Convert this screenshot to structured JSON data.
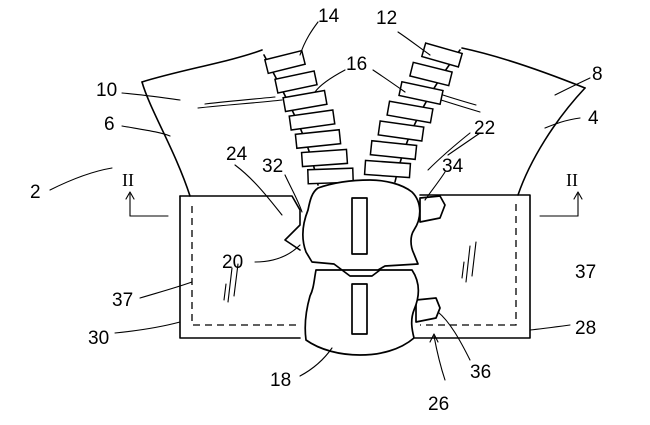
{
  "figure": {
    "labels": [
      {
        "id": "l14",
        "text": "14"
      },
      {
        "id": "l12",
        "text": "12"
      },
      {
        "id": "l16",
        "text": "16"
      },
      {
        "id": "l10",
        "text": "10"
      },
      {
        "id": "l8",
        "text": "8"
      },
      {
        "id": "l6",
        "text": "6"
      },
      {
        "id": "l4",
        "text": "4"
      },
      {
        "id": "l22",
        "text": "22"
      },
      {
        "id": "l2",
        "text": "2"
      },
      {
        "id": "l24",
        "text": "24"
      },
      {
        "id": "l32",
        "text": "32"
      },
      {
        "id": "l34",
        "text": "34"
      },
      {
        "id": "l20",
        "text": "20"
      },
      {
        "id": "l37a",
        "text": "37"
      },
      {
        "id": "l37b",
        "text": "37"
      },
      {
        "id": "l30",
        "text": "30"
      },
      {
        "id": "l28",
        "text": "28"
      },
      {
        "id": "l18",
        "text": "18"
      },
      {
        "id": "l36",
        "text": "36"
      },
      {
        "id": "l26",
        "text": "26"
      }
    ],
    "section_marks": {
      "left": "II",
      "right": "II"
    }
  }
}
